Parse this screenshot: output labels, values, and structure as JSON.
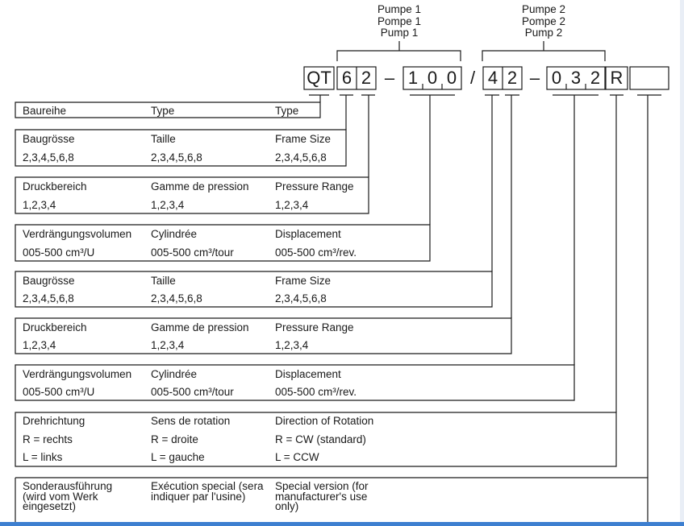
{
  "pumps": [
    {
      "lines": [
        "Pumpe 1",
        "Pompe 1",
        "Pump 1"
      ]
    },
    {
      "lines": [
        "Pumpe 2",
        "Pompe 2",
        "Pump 2"
      ]
    }
  ],
  "code": [
    "QT",
    "6",
    "2",
    "–",
    "1",
    "0",
    "0",
    "/",
    "4",
    "2",
    "–",
    "0",
    "3",
    "2",
    "R",
    ""
  ],
  "rows": [
    {
      "de": "Baureihe",
      "fr": "Type",
      "en": "Type"
    },
    {
      "de": "Baugrösse",
      "fr": "Taille",
      "en": "Frame Size",
      "values": [
        "2,3,4,5,6,8",
        "2,3,4,5,6,8",
        "2,3,4,5,6,8"
      ]
    },
    {
      "de": "Druckbereich",
      "fr": "Gamme de pression",
      "en": "Pressure Range",
      "values": [
        "1,2,3,4",
        "1,2,3,4",
        "1,2,3,4"
      ]
    },
    {
      "de": "Verdrängungsvolumen",
      "fr": "Cylindrée",
      "en": "Displacement",
      "values": [
        "005-500 cm³/U",
        "005-500 cm³/tour",
        "005-500 cm³/rev."
      ]
    },
    {
      "de": "Baugrösse",
      "fr": "Taille",
      "en": "Frame Size",
      "values": [
        "2,3,4,5,6,8",
        "2,3,4,5,6,8",
        "2,3,4,5,6,8"
      ]
    },
    {
      "de": "Druckbereich",
      "fr": "Gamme de pression",
      "en": "Pressure Range",
      "values": [
        "1,2,3,4",
        "1,2,3,4",
        "1,2,3,4"
      ]
    },
    {
      "de": "Verdrängungsvolumen",
      "fr": "Cylindrée",
      "en": "Displacement",
      "values": [
        "005-500 cm³/U",
        "005-500 cm³/tour",
        "005-500 cm³/rev."
      ]
    },
    {
      "de": "Drehrichtung",
      "fr": "Sens de rotation",
      "en": "Direction of Rotation",
      "values": [
        "R = rechts",
        "R = droite",
        "R = CW (standard)"
      ],
      "values2": [
        "L = links",
        "L = gauche",
        "L = CCW"
      ]
    },
    {
      "de": "Sonderausführung (wird vom Werk eingesetzt)",
      "fr": "Exécution special (sera indiquer par l'usine)",
      "en": "Special version (for manufacturer's use only)"
    }
  ]
}
